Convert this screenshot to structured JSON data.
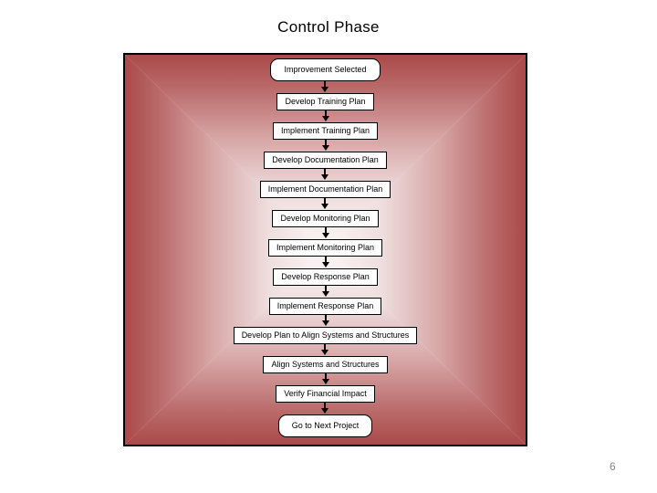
{
  "page": {
    "title": "Control Phase",
    "page_number": "6"
  },
  "colors": {
    "edge_red": "#aa4949",
    "center": "#fbf6f6",
    "frame_border": "#000000",
    "box_bg": "#ffffff",
    "box_border": "#000000",
    "arrow_color": "#000000",
    "title_color": "#000000",
    "page_number_color": "#848484"
  },
  "flowchart": {
    "steps": [
      {
        "label": "Improvement Selected",
        "shape": "rounded"
      },
      {
        "label": "Develop Training Plan",
        "shape": "rect"
      },
      {
        "label": "Implement Training Plan",
        "shape": "rect"
      },
      {
        "label": "Develop Documentation Plan",
        "shape": "rect"
      },
      {
        "label": "Implement Documentation Plan",
        "shape": "rect"
      },
      {
        "label": "Develop Monitoring Plan",
        "shape": "rect"
      },
      {
        "label": "Implement Monitoring Plan",
        "shape": "rect"
      },
      {
        "label": "Develop Response Plan",
        "shape": "rect"
      },
      {
        "label": "Implement Response Plan",
        "shape": "rect"
      },
      {
        "label": "Develop Plan to Align Systems and Structures",
        "shape": "rect"
      },
      {
        "label": "Align Systems and Structures",
        "shape": "rect"
      },
      {
        "label": "Verify Financial Impact",
        "shape": "rect"
      },
      {
        "label": "Go to Next Project",
        "shape": "rounded"
      }
    ]
  }
}
